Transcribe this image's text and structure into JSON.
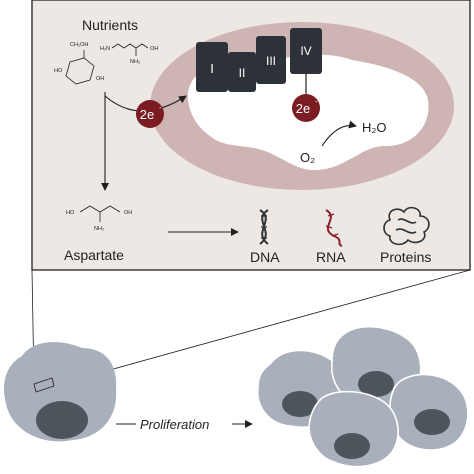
{
  "labels": {
    "nutrients": "Nutrients",
    "aspartate": "Aspartate",
    "dna": "DNA",
    "rna": "RNA",
    "proteins": "Proteins",
    "proliferation": "Proliferation",
    "water": "H₂O",
    "oxygen": "O₂"
  },
  "electrons": {
    "label_main": "2e",
    "sup": "-"
  },
  "complexes": [
    "I",
    "II",
    "III",
    "IV"
  ],
  "chem_text": {
    "glucose_oh": "OH",
    "glucose_ho": "HO",
    "glucose_ch2oh": "CH₂OH",
    "glutamine_h2n": "H₂N",
    "glutamine_nh2": "NH₂",
    "glutamine_oh": "OH",
    "aspartate_ho": "HO",
    "aspartate_oh": "OH",
    "aspartate_nh2": "NH₂"
  },
  "colors": {
    "panel_bg": "#ede8e3",
    "mito_ring": "#cfb4b4",
    "complex": "#2c3238",
    "electron": "#7a1c22",
    "cell": "#a9b0bb",
    "nucleus": "#4e545c",
    "rna": "#8b1d2a"
  }
}
